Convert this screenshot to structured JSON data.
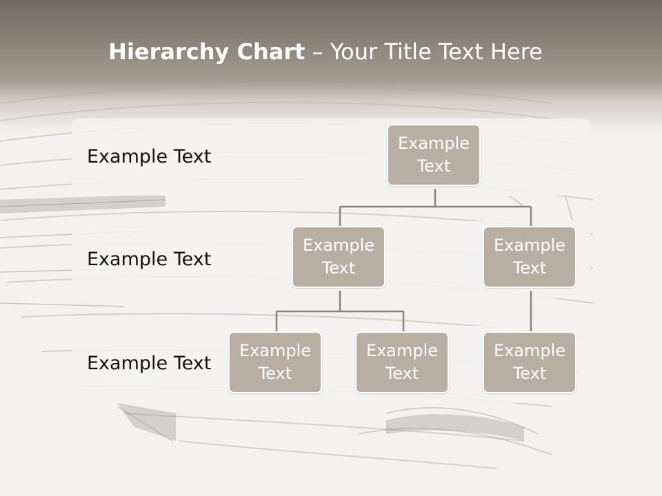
{
  "title": {
    "bold": "Hierarchy Chart",
    "separator": " – ",
    "rest": "Your Title Text Here"
  },
  "levels": [
    {
      "label": "Example Text"
    },
    {
      "label": "Example Text"
    },
    {
      "label": "Example Text"
    }
  ],
  "nodes": {
    "root": "Example Text",
    "level2_left": "Example Text",
    "level2_right": "Example Text",
    "level3_left": "Example Text",
    "level3_middle": "Example Text",
    "level3_right": "Example Text"
  },
  "colors": {
    "node_fill": "#b8afa2",
    "node_border": "#ffffff",
    "connector": "#8a8276",
    "band": "#f4f3f1"
  }
}
